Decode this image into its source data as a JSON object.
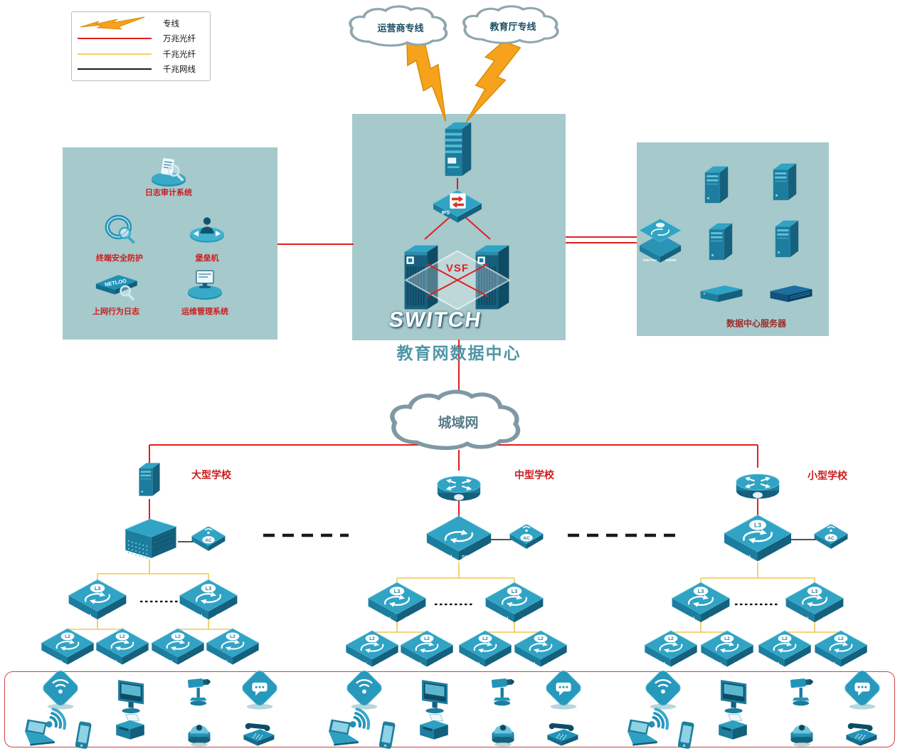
{
  "colors": {
    "dedicated_line": "#f6a21c",
    "fiber_10g": "#e01f1f",
    "fiber_1g": "#f2d06b",
    "copper_1g": "#1a1a1a",
    "panel_teal": "#a6c9cc",
    "label_red": "#cc1d1d",
    "title_teal": "#4f96a6"
  },
  "legend": {
    "items": [
      {
        "label": "专线",
        "symbol": "lightning"
      },
      {
        "label": "万兆光纤",
        "symbol": "red-line"
      },
      {
        "label": "千兆光纤",
        "symbol": "yellow-line"
      },
      {
        "label": "千兆网线",
        "symbol": "black-line"
      }
    ]
  },
  "clouds": {
    "isp": "运营商专线",
    "edu": "教育厅专线",
    "man": "城域网"
  },
  "datacenter": {
    "title": "教育网数据中心",
    "vsf_label": "VSF",
    "switch_watermark": "SWITCH",
    "ips_label": "IPS"
  },
  "security_panel": {
    "items": [
      "日志审计系统",
      "终端安全防护",
      "堡垒机",
      "上网行为日志",
      "运维管理系统"
    ],
    "netlog_label": "NETLOG"
  },
  "server_panel": {
    "label": "数据中心服务器",
    "switch_face_left": "SWITCH",
    "switch_face_right": "1000M"
  },
  "labels": {
    "l3": "L3",
    "l2": "L2",
    "ac": "AC",
    "switch_face": "SWITCH",
    "speed_1000m": "1000M",
    "data_center_face": "DATA CENTER"
  },
  "schools": [
    {
      "name": "大型学校"
    },
    {
      "name": "中型学校"
    },
    {
      "name": "小型学校"
    }
  ]
}
